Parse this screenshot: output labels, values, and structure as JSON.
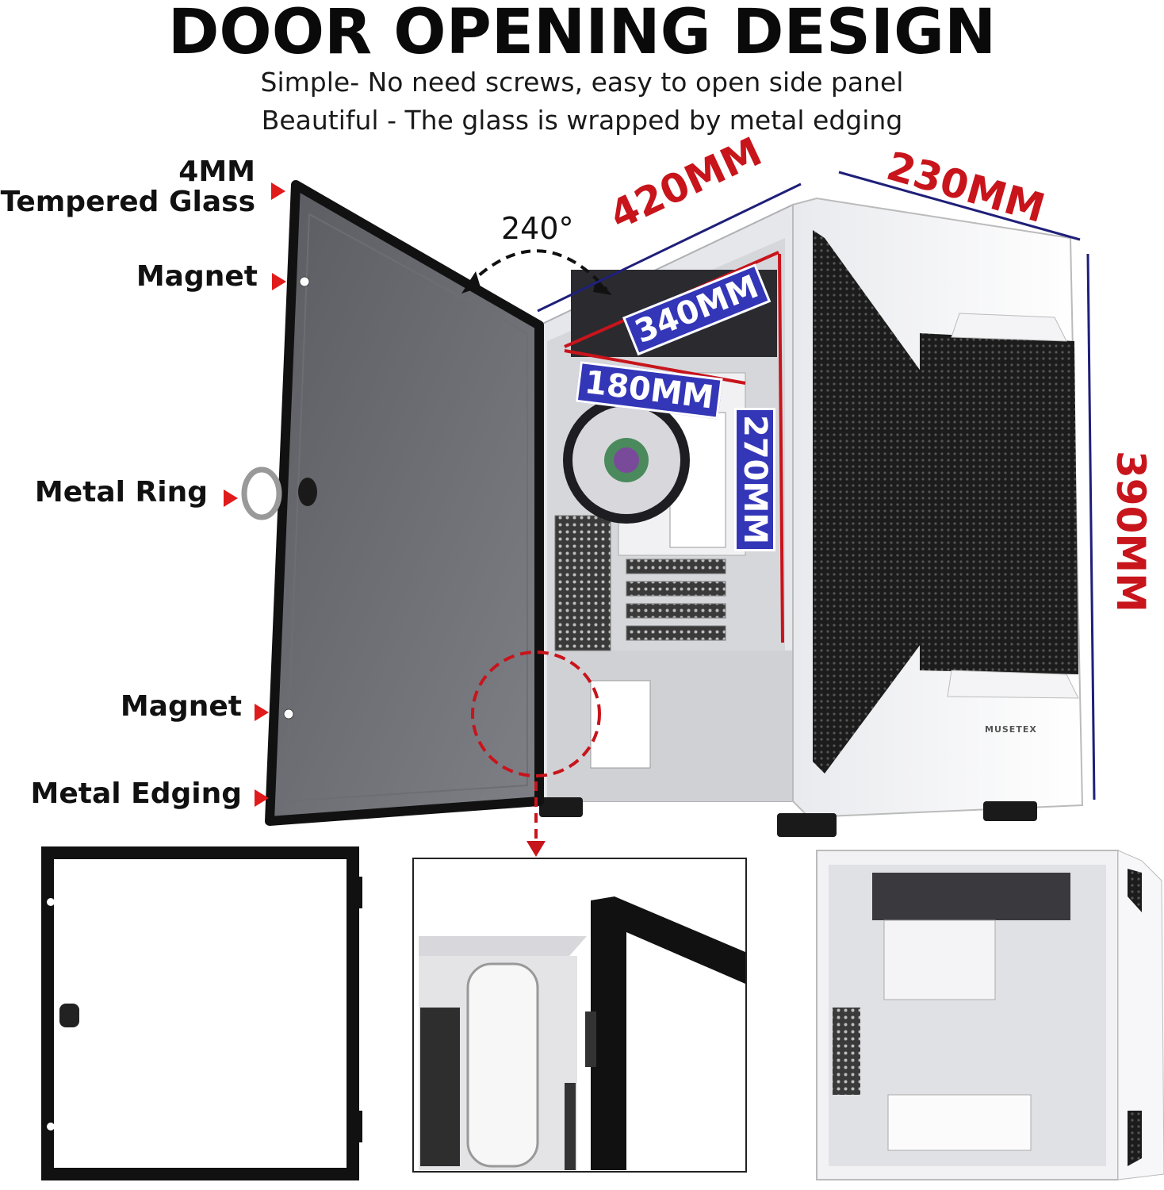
{
  "header": {
    "title": "DOOR OPENING DESIGN",
    "line1": "Simple- No need screws, easy to open side panel",
    "line2": "Beautiful - The glass is wrapped by metal edging"
  },
  "callouts": {
    "glass_line1": "4MM",
    "glass_line2": "Tempered Glass",
    "magnet_top": "Magnet",
    "metal_ring": "Metal Ring",
    "magnet_bottom": "Magnet",
    "metal_edging": "Metal Edging"
  },
  "dimensions": {
    "angle": "240°",
    "length": "420MM",
    "width": "230MM",
    "height": "390MM",
    "gpu": "340MM",
    "cpu_cooler": "180MM",
    "psu": "270MM"
  },
  "brand": "MUSETEX",
  "colors": {
    "accent_red": "#c8141b",
    "dimension_blue": "#1f1f7a",
    "tag_blue": "#3436b8"
  }
}
